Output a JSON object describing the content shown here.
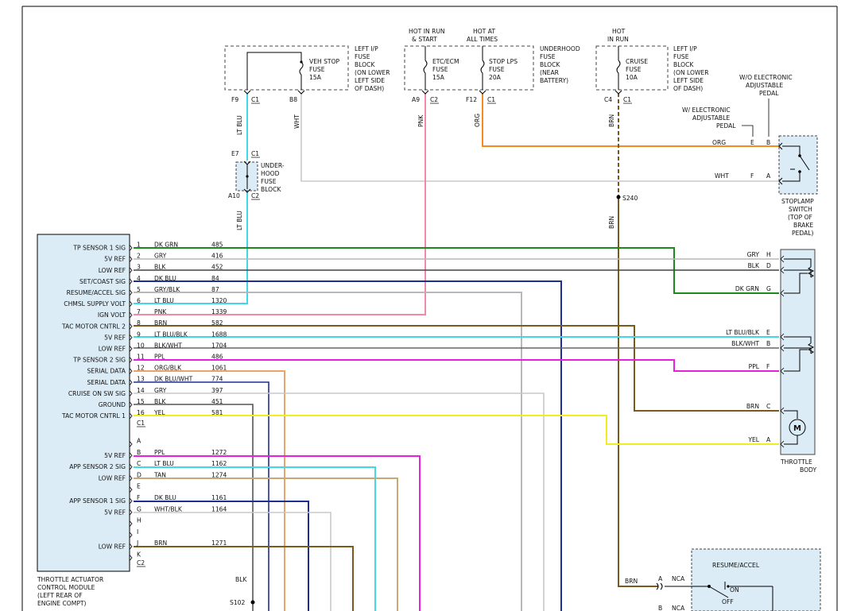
{
  "colors": {
    "dkgrn": "#1e8a1e",
    "gry": "#b8b8b8",
    "blk": "#444444",
    "dkblu": "#1f2f8f",
    "ltblu": "#3fd8e8",
    "pnk": "#f08aa6",
    "brn": "#7a5c1a",
    "org": "#f58a1e",
    "ppl": "#e81ee0",
    "yel": "#f0ee1e",
    "tan": "#c8a878",
    "dkblublk": "#d8a060",
    "module": "#dcecf6",
    "border": "#000000"
  },
  "fuse_blocks": {
    "left_ip_1": {
      "fuse_name": [
        "VEH STOP",
        "FUSE",
        "15A"
      ],
      "block_label": [
        "LEFT I/P",
        "FUSE",
        "BLOCK",
        "(ON LOWER",
        "LEFT SIDE",
        "OF DASH)"
      ],
      "pins": [
        {
          "cavity": "F9",
          "conn": "C1"
        },
        {
          "cavity": "B8",
          "conn": ""
        }
      ]
    },
    "underhood": {
      "header_1": [
        "HOT IN RUN",
        "& START"
      ],
      "header_2": [
        "HOT AT",
        "ALL TIMES"
      ],
      "fuse_1": [
        "ETC/ECM",
        "FUSE",
        "15A"
      ],
      "fuse_2": [
        "STOP LPS",
        "FUSE",
        "20A"
      ],
      "block_label": [
        "UNDERHOOD",
        "FUSE",
        "BLOCK",
        "(NEAR",
        "BATTERY)"
      ],
      "pins": [
        {
          "cavity": "A9",
          "conn": "C2"
        },
        {
          "cavity": "F12",
          "conn": "C1"
        }
      ]
    },
    "left_ip_2": {
      "header": [
        "HOT",
        "IN RUN"
      ],
      "fuse_name": [
        "CRUISE",
        "FUSE",
        "10A"
      ],
      "block_label": [
        "LEFT I/P",
        "FUSE",
        "BLOCK",
        "(ON LOWER",
        "LEFT SIDE",
        "OF DASH)"
      ],
      "pins": [
        {
          "cavity": "C4",
          "conn": "C1"
        }
      ]
    },
    "underhood_small": {
      "label": [
        "UNDER-",
        "HOOD",
        "FUSE",
        "BLOCK"
      ],
      "top_pin": {
        "cavity": "E7",
        "conn": "C1"
      },
      "bottom_pin": {
        "cavity": "A10",
        "conn": "C2"
      }
    }
  },
  "vertical_wire_labels": {
    "ltblu_top": "LT BLU",
    "wht": "WHT",
    "pnk": "PNK",
    "org": "ORG",
    "brn_top": "BRN",
    "ltblu_mid": "LT BLU",
    "brn_mid": "BRN"
  },
  "splices": {
    "s240": "S240",
    "s102": "S102"
  },
  "stoplamp": {
    "wo_label": [
      "W/O ELECTRONIC",
      "ADJUSTABLE",
      "PEDAL"
    ],
    "w_label": [
      "W/ ELECTRONIC",
      "ADJUSTABLE",
      "PEDAL"
    ],
    "col_e": "E",
    "col_b": "B",
    "rows": [
      {
        "color": "ORG",
        "p1": "E",
        "p2": "B"
      },
      {
        "color": "WHT",
        "p1": "F",
        "p2": "A"
      }
    ],
    "name": [
      "STOPLAMP",
      "SWITCH",
      "(TOP OF",
      "BRAKE",
      "PEDAL)"
    ]
  },
  "tac_module": {
    "name": [
      "THROTTLE ACTUATOR",
      "CONTROL MODULE",
      "(LEFT REAR OF",
      "ENGINE COMPT)"
    ],
    "c1_label": "C1",
    "c2_label": "C2",
    "c1_pins": [
      {
        "sig": "TP SENSOR 1 SIG",
        "pin": "1",
        "color": "DK GRN",
        "circuit": "485"
      },
      {
        "sig": "5V REF",
        "pin": "2",
        "color": "GRY",
        "circuit": "416"
      },
      {
        "sig": "LOW REF",
        "pin": "3",
        "color": "BLK",
        "circuit": "452"
      },
      {
        "sig": "SET/COAST SIG",
        "pin": "4",
        "color": "DK BLU",
        "circuit": "84"
      },
      {
        "sig": "RESUME/ACCEL SIG",
        "pin": "5",
        "color": "GRY/BLK",
        "circuit": "87"
      },
      {
        "sig": "CHMSL SUPPLY VOLT",
        "pin": "6",
        "color": "LT BLU",
        "circuit": "1320"
      },
      {
        "sig": "IGN VOLT",
        "pin": "7",
        "color": "PNK",
        "circuit": "1339"
      },
      {
        "sig": "TAC MOTOR CNTRL 2",
        "pin": "8",
        "color": "BRN",
        "circuit": "582"
      },
      {
        "sig": "5V REF",
        "pin": "9",
        "color": "LT BLU/BLK",
        "circuit": "1688"
      },
      {
        "sig": "LOW REF",
        "pin": "10",
        "color": "BLK/WHT",
        "circuit": "1704"
      },
      {
        "sig": "TP SENSOR 2 SIG",
        "pin": "11",
        "color": "PPL",
        "circuit": "486"
      },
      {
        "sig": "SERIAL DATA",
        "pin": "12",
        "color": "ORG/BLK",
        "circuit": "1061"
      },
      {
        "sig": "SERIAL DATA",
        "pin": "13",
        "color": "DK BLU/WHT",
        "circuit": "774"
      },
      {
        "sig": "CRUISE ON SW SIG",
        "pin": "14",
        "color": "GRY",
        "circuit": "397"
      },
      {
        "sig": "GROUND",
        "pin": "15",
        "color": "BLK",
        "circuit": "451"
      },
      {
        "sig": "TAC MOTOR CNTRL 1",
        "pin": "16",
        "color": "YEL",
        "circuit": "581"
      }
    ],
    "c2_pins": [
      {
        "sig": "",
        "pin": "A",
        "color": "",
        "circuit": ""
      },
      {
        "sig": "5V REF",
        "pin": "B",
        "color": "PPL",
        "circuit": "1272"
      },
      {
        "sig": "APP SENSOR 2 SIG",
        "pin": "C",
        "color": "LT BLU",
        "circuit": "1162"
      },
      {
        "sig": "LOW REF",
        "pin": "D",
        "color": "TAN",
        "circuit": "1274"
      },
      {
        "sig": "",
        "pin": "E",
        "color": "",
        "circuit": ""
      },
      {
        "sig": "APP SENSOR 1 SIG",
        "pin": "F",
        "color": "DK BLU",
        "circuit": "1161"
      },
      {
        "sig": "5V REF",
        "pin": "G",
        "color": "WHT/BLK",
        "circuit": "1164"
      },
      {
        "sig": "",
        "pin": "H",
        "color": "",
        "circuit": ""
      },
      {
        "sig": "",
        "pin": "I",
        "color": "",
        "circuit": ""
      },
      {
        "sig": "LOW REF",
        "pin": "J",
        "color": "BRN",
        "circuit": "1271"
      },
      {
        "sig": "",
        "pin": "K",
        "color": "",
        "circuit": ""
      }
    ]
  },
  "throttle_body": {
    "name": [
      "THROTTLE",
      "BODY"
    ],
    "motor": "M",
    "rows": [
      {
        "color": "GRY",
        "pin": "H"
      },
      {
        "color": "BLK",
        "pin": "D"
      },
      {
        "color": "DK GRN",
        "pin": "G"
      },
      {
        "color": "LT BLU/BLK",
        "pin": "E"
      },
      {
        "color": "BLK/WHT",
        "pin": "B"
      },
      {
        "color": "PPL",
        "pin": "F"
      },
      {
        "color": "BRN",
        "pin": "C"
      },
      {
        "color": "YEL",
        "pin": "A"
      }
    ]
  },
  "resume_switch": {
    "title": "RESUME/ACCEL",
    "on": "ON",
    "off": "OFF",
    "rows": [
      {
        "color": "BRN",
        "pin": "A",
        "label": "NCA"
      },
      {
        "color": "",
        "pin": "B",
        "label": "NCA"
      }
    ]
  },
  "bottom_wire": {
    "color": "BLK"
  }
}
